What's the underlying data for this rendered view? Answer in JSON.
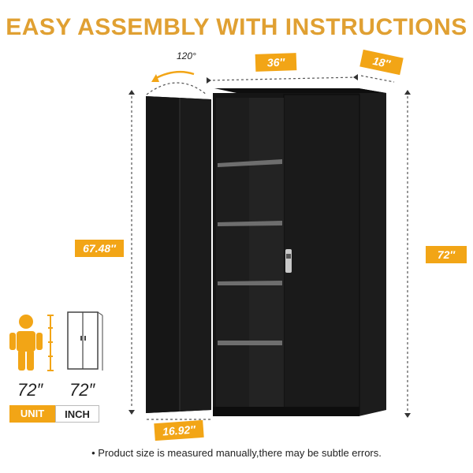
{
  "header": {
    "title": "EASY ASSEMBLY WITH INSTRUCTIONS"
  },
  "dimensions": {
    "door_angle": "120°",
    "width": "36″",
    "depth": "18″",
    "height": "72″",
    "inner_height": "67.48″",
    "door_width": "16.92″"
  },
  "comparison": {
    "person_height": "72″",
    "cabinet_height": "72″",
    "unit_label": "UNIT",
    "inch_label": "INCH"
  },
  "footer": {
    "note": "• Product size is measured manually,there may be subtle errors."
  },
  "colors": {
    "accent": "#f2a516",
    "title": "#e0a032",
    "cabinet": "#141414"
  }
}
